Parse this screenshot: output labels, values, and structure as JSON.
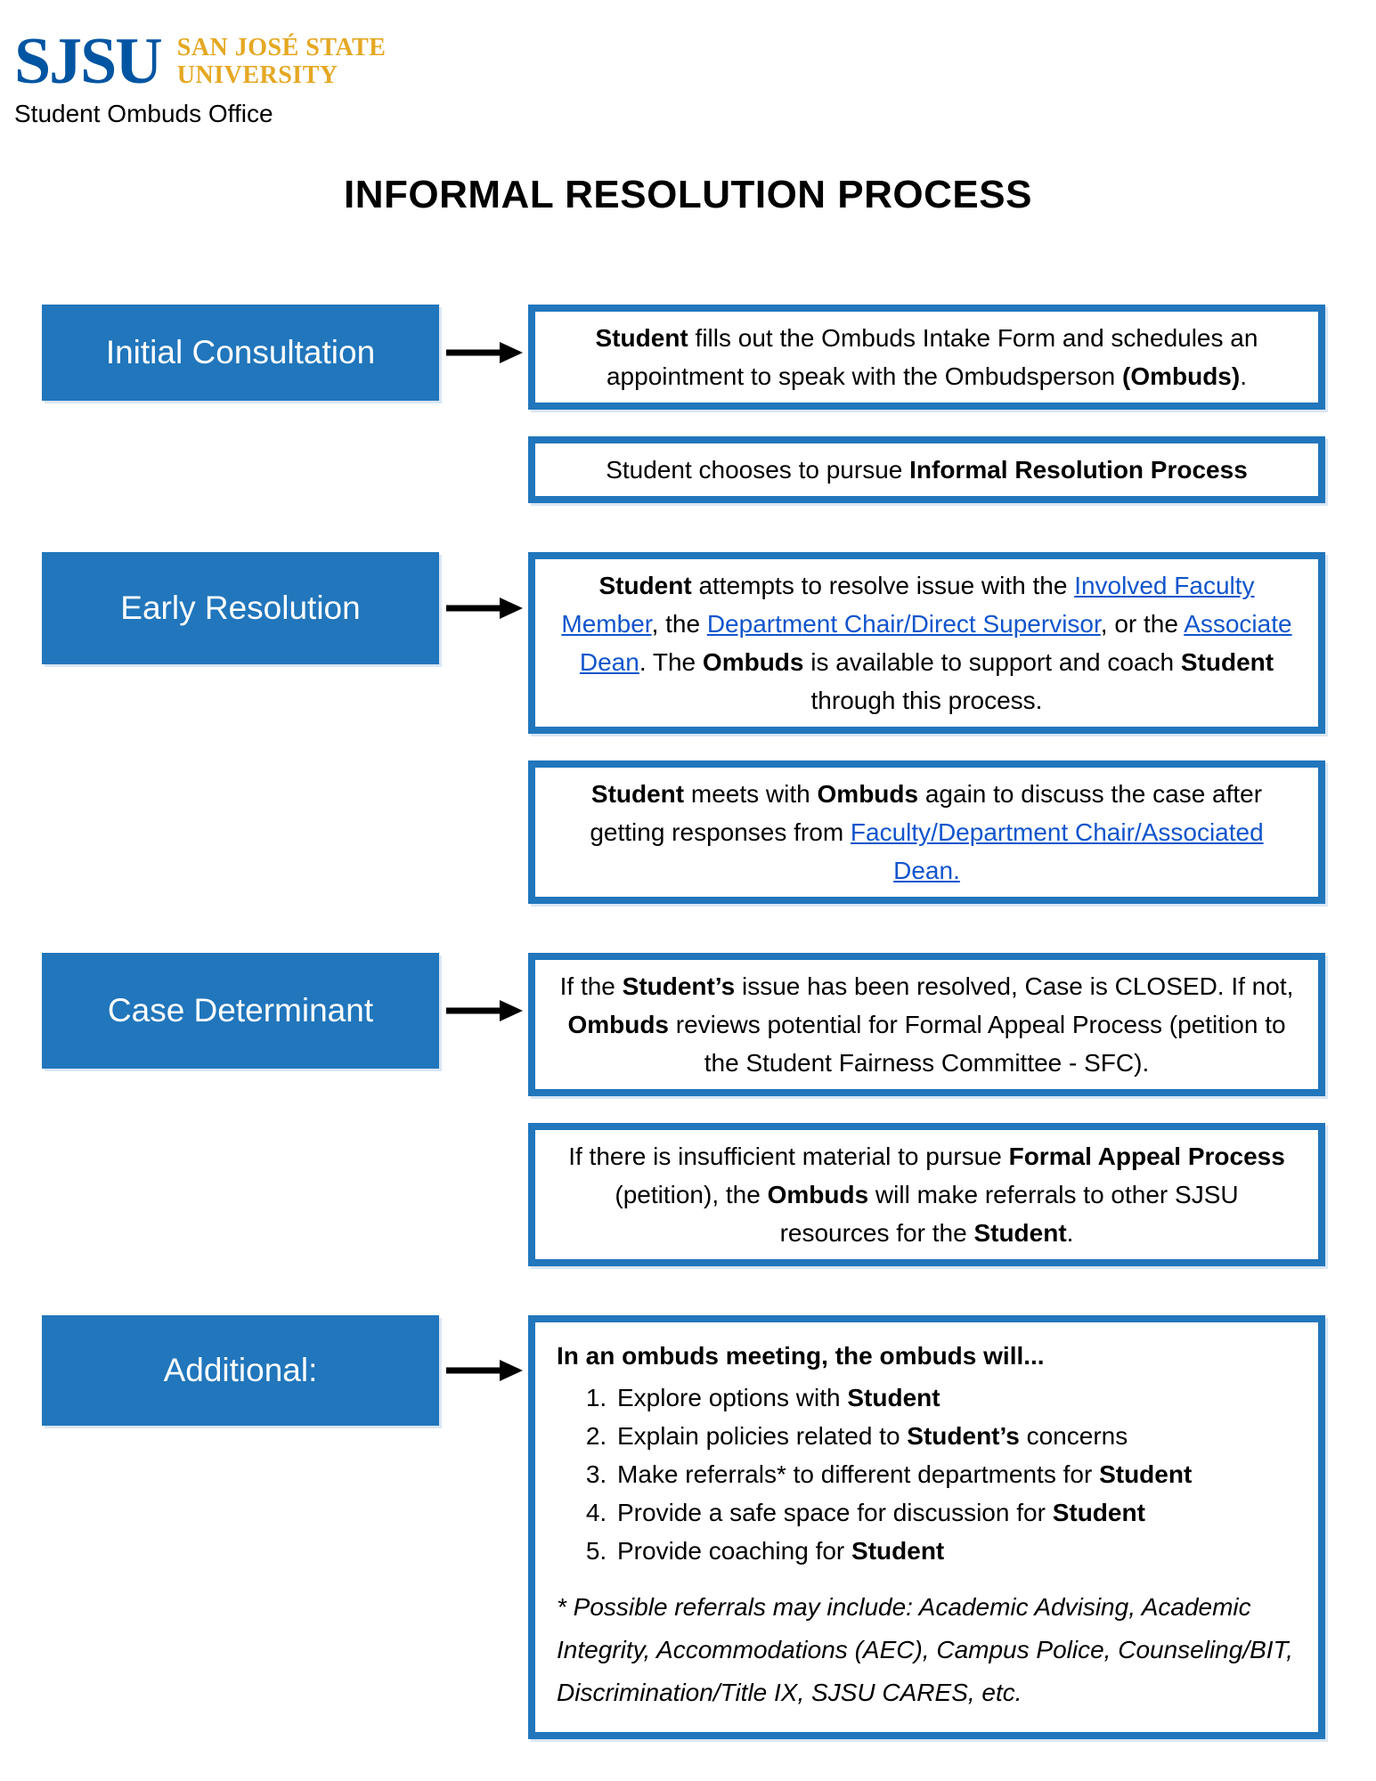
{
  "header": {
    "logo": {
      "acronym": "SJSU",
      "line1": "SAN JOSÉ STATE",
      "line2": "UNIVERSITY"
    },
    "office": "Student Ombuds Office"
  },
  "title": "INFORMAL RESOLUTION PROCESS",
  "colors": {
    "stage_blue": "#2176BC",
    "logo_blue": "#0055A2",
    "logo_gold": "#E5A823",
    "link_blue": "#1155CC",
    "arrow": "#000000",
    "text": "#000000"
  },
  "sections": [
    {
      "label": "Initial Consultation",
      "boxes": [
        {
          "segments": [
            {
              "t": "Student",
              "b": true
            },
            {
              "t": " fills out the Ombuds Intake Form and schedules an appointment to speak with the Ombudsperson "
            },
            {
              "t": "(Ombuds)",
              "b": true
            },
            {
              "t": "."
            }
          ]
        },
        {
          "segments": [
            {
              "t": "Student chooses to pursue "
            },
            {
              "t": "Informal Resolution Process",
              "b": true
            }
          ]
        }
      ]
    },
    {
      "label": "Early Resolution",
      "boxes": [
        {
          "segments": [
            {
              "t": "Student",
              "b": true
            },
            {
              "t": " attempts to resolve issue with the "
            },
            {
              "t": "Involved Faculty Member",
              "link": true
            },
            {
              "t": ", the "
            },
            {
              "t": "Department Chair/Direct Supervisor",
              "link": true
            },
            {
              "t": ", or the "
            },
            {
              "t": "Associate Dean",
              "link": true
            },
            {
              "t": ". The "
            },
            {
              "t": "Ombuds",
              "b": true
            },
            {
              "t": " is available to support and coach "
            },
            {
              "t": "Student",
              "b": true
            },
            {
              "t": " through this process."
            }
          ]
        },
        {
          "segments": [
            {
              "t": "Student",
              "b": true
            },
            {
              "t": " meets with "
            },
            {
              "t": "Ombuds",
              "b": true
            },
            {
              "t": " again to discuss the case after getting responses from "
            },
            {
              "t": "Faculty/Department Chair/Associated Dean.",
              "link": true
            }
          ]
        }
      ]
    },
    {
      "label": "Case Determinant",
      "boxes": [
        {
          "segments": [
            {
              "t": "If the "
            },
            {
              "t": "Student’s",
              "b": true
            },
            {
              "t": " issue has been resolved, Case is CLOSED. If not, "
            },
            {
              "t": "Ombuds",
              "b": true
            },
            {
              "t": " reviews potential for Formal Appeal Process (petition to the Student Fairness Committee - SFC)."
            }
          ]
        },
        {
          "segments": [
            {
              "t": "If there is insufficient material to pursue "
            },
            {
              "t": "Formal Appeal Process",
              "b": true
            },
            {
              "t": " (petition), the "
            },
            {
              "t": "Ombuds",
              "b": true
            },
            {
              "t": " will make referrals to other SJSU resources for the "
            },
            {
              "t": "Student",
              "b": true
            },
            {
              "t": "."
            }
          ]
        }
      ]
    },
    {
      "label": "Additional:",
      "additional": {
        "heading_segments": [
          {
            "t": "In an ombuds meeting, the ombuds will...",
            "b": true
          }
        ],
        "list_items": [
          [
            {
              "t": "Explore options with "
            },
            {
              "t": "Student",
              "b": true
            }
          ],
          [
            {
              "t": "Explain policies related to "
            },
            {
              "t": "Student’s",
              "b": true
            },
            {
              "t": " concerns"
            }
          ],
          [
            {
              "t": "Make referrals* to different departments for "
            },
            {
              "t": "Student",
              "b": true
            }
          ],
          [
            {
              "t": "Provide a safe space for discussion for "
            },
            {
              "t": "Student",
              "b": true
            }
          ],
          [
            {
              "t": "Provide coaching for "
            },
            {
              "t": "Student",
              "b": true
            }
          ]
        ],
        "footnote_segments": [
          {
            "t": "* Possible referrals may include: Academic Advising, Academic Integrity, Accommodations (AEC), Campus Police, Counseling/BIT, Discrimination/Title IX, SJSU CARES, etc.",
            "i": true
          }
        ]
      }
    }
  ]
}
